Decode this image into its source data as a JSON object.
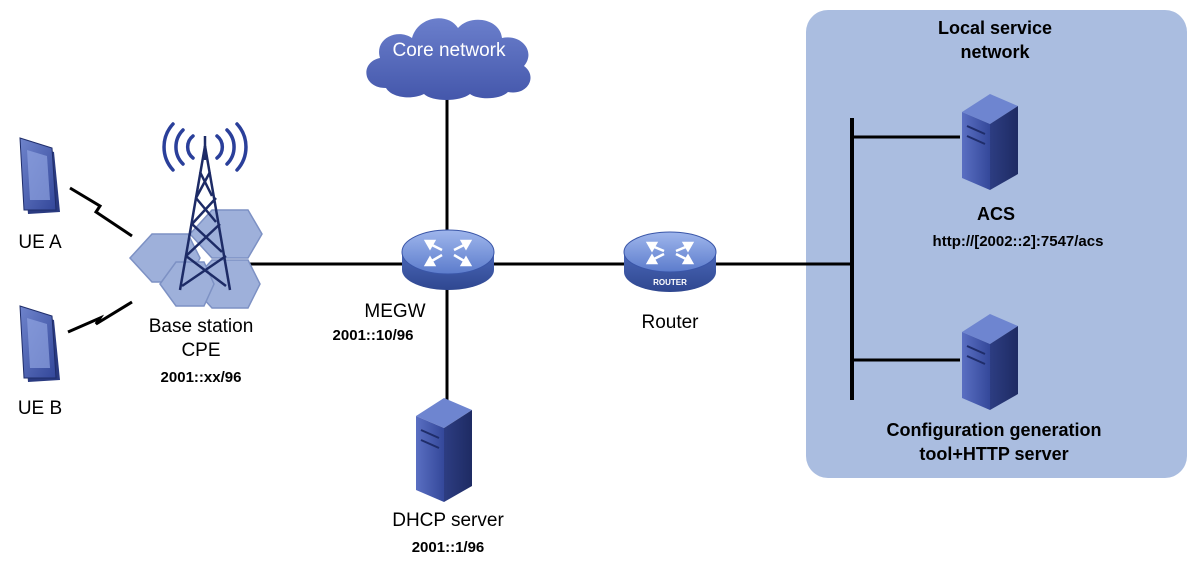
{
  "local_network": {
    "title_line1": "Local service",
    "title_line2": "network",
    "fill": "#aabde0"
  },
  "cloud": {
    "label": "Core network",
    "fill": "#5568b8"
  },
  "devices": {
    "ue_a": {
      "label": "UE A"
    },
    "ue_b": {
      "label": "UE B"
    },
    "base_station": {
      "label_line1": "Base station",
      "label_line2": "CPE",
      "address": "2001::xx/96"
    },
    "megw": {
      "label": "MEGW",
      "address": "2001::10/96"
    },
    "router": {
      "label": "Router",
      "badge": "ROUTER"
    },
    "dhcp": {
      "label": "DHCP server",
      "address": "2001::1/96"
    },
    "acs": {
      "label": "ACS",
      "url": "http://[2002::2]:7547/acs"
    },
    "config_server": {
      "label_line1": "Configuration generation",
      "label_line2": "tool+HTTP server"
    }
  },
  "colors": {
    "device_blue": "#3d5bb0",
    "device_top": "#6f8ed8",
    "server_dark": "#2b3b7a",
    "server_front": "#4257a8",
    "link": "#000000"
  }
}
